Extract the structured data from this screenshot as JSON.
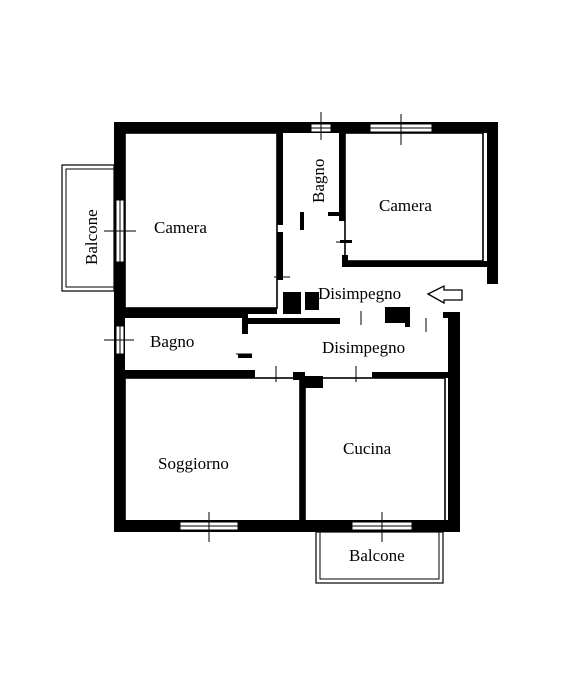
{
  "rooms": {
    "balcone_left": "Balcone",
    "camera_left": "Camera",
    "bagno_top": "Bagno",
    "camera_right": "Camera",
    "disimpegno_top": "Disimpegno",
    "bagno_left": "Bagno",
    "disimpegno_mid": "Disimpegno",
    "soggiorno": "Soggiorno",
    "cucina": "Cucina",
    "balcone_bottom": "Balcone"
  },
  "colors": {
    "ink": "#000000",
    "paper": "#ffffff"
  }
}
